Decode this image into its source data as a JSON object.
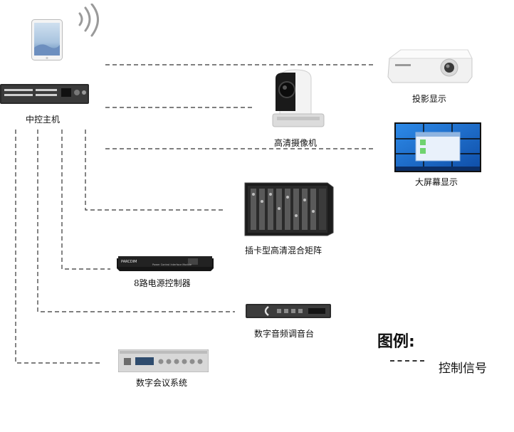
{
  "devices": {
    "central_controller": "中控主机",
    "projector": "投影显示",
    "hd_camera": "高清摄像机",
    "large_screen": "大屏幕显示",
    "matrix": "插卡型高清混合矩阵",
    "power_controller": "8路电源控制器",
    "audio_mixer": "数字音频调音台",
    "conference_system": "数字会议系统"
  },
  "device_text": {
    "power_controller_brand": "PARCDIM",
    "power_controller_model": "Power Control Interface Module"
  },
  "legend": {
    "title": "图例:",
    "control_signal": "控制信号"
  },
  "colors": {
    "wire": "#333333",
    "device_dark": "#1e1e1e",
    "screen_blue": "#1f6fd1"
  }
}
